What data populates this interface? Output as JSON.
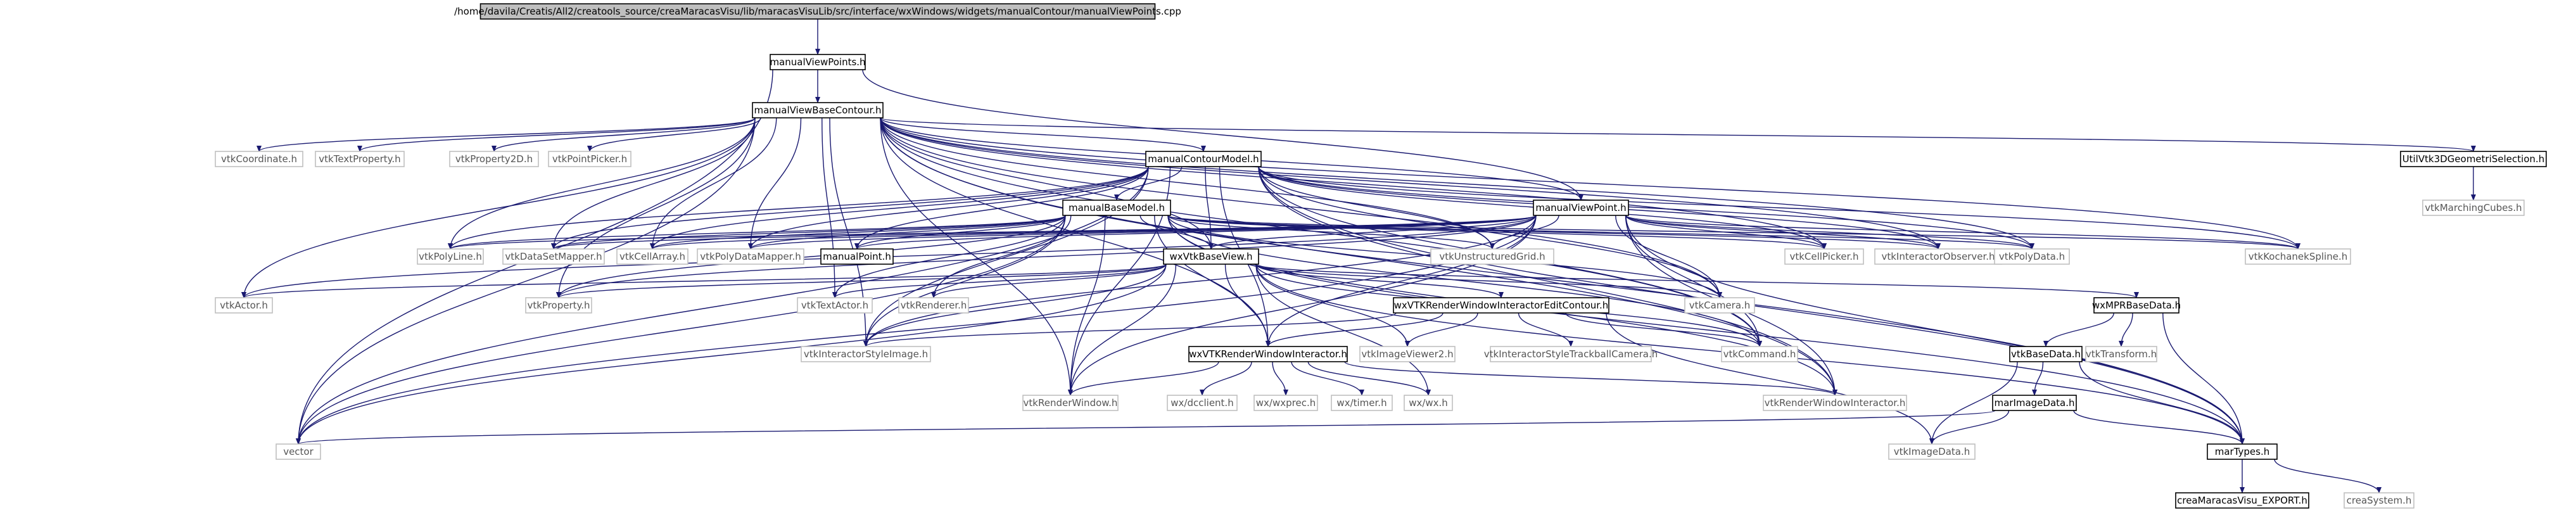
{
  "graph": {
    "colors": {
      "edge": "#191970",
      "root_fill": "#bfbfbf",
      "local_border": "#000000",
      "local_text": "#000000",
      "external_border": "#bfbfbf",
      "external_text": "#555555",
      "background": "#ffffff"
    },
    "nodes": [
      {
        "id": "root",
        "label": "/home/davila/Creatis/All2/creatools_source/creaMaracasVisu/lib/maracasVisuLib/src/interface/wxWindows/widgets/manualContour/manualViewPoints.cpp",
        "kind": "root"
      },
      {
        "id": "mvps_h",
        "label": "manualViewPoints.h",
        "kind": "local"
      },
      {
        "id": "mvbc",
        "label": "manualViewBaseContour.h",
        "kind": "local"
      },
      {
        "id": "mcm",
        "label": "manualContourModel.h",
        "kind": "local"
      },
      {
        "id": "util3d",
        "label": "UtilVtk3DGeometriSelection.h",
        "kind": "local"
      },
      {
        "id": "mbm",
        "label": "manualBaseModel.h",
        "kind": "local"
      },
      {
        "id": "mvp",
        "label": "manualViewPoint.h",
        "kind": "local"
      },
      {
        "id": "wxvbv",
        "label": "wxVtkBaseView.h",
        "kind": "local"
      },
      {
        "id": "mpoint",
        "label": "manualPoint.h",
        "kind": "local"
      },
      {
        "id": "wxrwiec",
        "label": "wxVTKRenderWindowInteractorEditContour.h",
        "kind": "local"
      },
      {
        "id": "wxmpr",
        "label": "wxMPRBaseData.h",
        "kind": "local"
      },
      {
        "id": "vtkbd",
        "label": "vtkBaseData.h",
        "kind": "local"
      },
      {
        "id": "wxrwi",
        "label": "wxVTKRenderWindowInteractor.h",
        "kind": "local"
      },
      {
        "id": "mid",
        "label": "marImageData.h",
        "kind": "local"
      },
      {
        "id": "martypes",
        "label": "marTypes.h",
        "kind": "local"
      },
      {
        "id": "export",
        "label": "creaMaracasVisu_EXPORT.h",
        "kind": "local"
      },
      {
        "id": "creasys",
        "label": "creaSystem.h",
        "kind": "external"
      },
      {
        "id": "vector",
        "label": "vector",
        "kind": "external"
      },
      {
        "id": "vtkcoord",
        "label": "vtkCoordinate.h",
        "kind": "external"
      },
      {
        "id": "vtktextprop",
        "label": "vtkTextProperty.h",
        "kind": "external"
      },
      {
        "id": "vtkprop2d",
        "label": "vtkProperty2D.h",
        "kind": "external"
      },
      {
        "id": "vtkptpick",
        "label": "vtkPointPicker.h",
        "kind": "external"
      },
      {
        "id": "vtkmc",
        "label": "vtkMarchingCubes.h",
        "kind": "external"
      },
      {
        "id": "vtkpolyline",
        "label": "vtkPolyLine.h",
        "kind": "external"
      },
      {
        "id": "vtkdsm",
        "label": "vtkDataSetMapper.h",
        "kind": "external"
      },
      {
        "id": "vtkcellarr",
        "label": "vtkCellArray.h",
        "kind": "external"
      },
      {
        "id": "vtkpdm",
        "label": "vtkPolyDataMapper.h",
        "kind": "external"
      },
      {
        "id": "vtkugrid",
        "label": "vtkUnstructuredGrid.h",
        "kind": "external"
      },
      {
        "id": "vtkcellpick",
        "label": "vtkCellPicker.h",
        "kind": "external"
      },
      {
        "id": "vtkiobs",
        "label": "vtkInteractorObserver.h",
        "kind": "external"
      },
      {
        "id": "vtkpd",
        "label": "vtkPolyData.h",
        "kind": "external"
      },
      {
        "id": "vtkks",
        "label": "vtkKochanekSpline.h",
        "kind": "external"
      },
      {
        "id": "vtkactor",
        "label": "vtkActor.h",
        "kind": "external"
      },
      {
        "id": "vtkprop",
        "label": "vtkProperty.h",
        "kind": "external"
      },
      {
        "id": "vtktextactor",
        "label": "vtkTextActor.h",
        "kind": "external"
      },
      {
        "id": "vtkrenderer",
        "label": "vtkRenderer.h",
        "kind": "external"
      },
      {
        "id": "vtkcamera",
        "label": "vtkCamera.h",
        "kind": "external"
      },
      {
        "id": "vtkisi",
        "label": "vtkInteractorStyleImage.h",
        "kind": "external"
      },
      {
        "id": "vtkiv2",
        "label": "vtkImageViewer2.h",
        "kind": "external"
      },
      {
        "id": "vtkistc",
        "label": "vtkInteractorStyleTrackballCamera.h",
        "kind": "external"
      },
      {
        "id": "vtkcommand",
        "label": "vtkCommand.h",
        "kind": "external"
      },
      {
        "id": "vtktransform",
        "label": "vtkTransform.h",
        "kind": "external"
      },
      {
        "id": "vtkrw",
        "label": "vtkRenderWindow.h",
        "kind": "external"
      },
      {
        "id": "wxdcclient",
        "label": "wx/dcclient.h",
        "kind": "external"
      },
      {
        "id": "wxprec",
        "label": "wx/wxprec.h",
        "kind": "external"
      },
      {
        "id": "wxtimer",
        "label": "wx/timer.h",
        "kind": "external"
      },
      {
        "id": "wxwx",
        "label": "wx/wx.h",
        "kind": "external"
      },
      {
        "id": "vtkrwi",
        "label": "vtkRenderWindowInteractor.h",
        "kind": "external"
      },
      {
        "id": "vtkimgdata",
        "label": "vtkImageData.h",
        "kind": "external"
      }
    ],
    "edges": [
      [
        "root",
        "mvps_h"
      ],
      [
        "mvps_h",
        "mvbc"
      ],
      [
        "mvps_h",
        "mvp"
      ],
      [
        "mvps_h",
        "vector"
      ],
      [
        "mvbc",
        "mcm"
      ],
      [
        "mvbc",
        "util3d"
      ],
      [
        "mvbc",
        "mvp"
      ],
      [
        "mvbc",
        "wxvbv"
      ],
      [
        "mvbc",
        "vector"
      ],
      [
        "mvbc",
        "vtkcoord"
      ],
      [
        "mvbc",
        "vtktextprop"
      ],
      [
        "mvbc",
        "vtkprop2d"
      ],
      [
        "mvbc",
        "vtkptpick"
      ],
      [
        "mvbc",
        "vtkpolyline"
      ],
      [
        "mvbc",
        "vtkdsm"
      ],
      [
        "mvbc",
        "vtkcellarr"
      ],
      [
        "mvbc",
        "vtkpdm"
      ],
      [
        "mvbc",
        "vtkugrid"
      ],
      [
        "mvbc",
        "vtkcellpick"
      ],
      [
        "mvbc",
        "vtkiobs"
      ],
      [
        "mvbc",
        "vtkpd"
      ],
      [
        "mvbc",
        "vtkks"
      ],
      [
        "mvbc",
        "vtkactor"
      ],
      [
        "mvbc",
        "vtkprop"
      ],
      [
        "mvbc",
        "vtktextactor"
      ],
      [
        "mvbc",
        "vtkisi"
      ],
      [
        "mvbc",
        "vtkrw"
      ],
      [
        "mvbc",
        "wxrwi"
      ],
      [
        "mvbc",
        "martypes"
      ],
      [
        "mvbc",
        "vtkcamera"
      ],
      [
        "mvbc",
        "vtkcommand"
      ],
      [
        "mvbc",
        "vtkrwi"
      ],
      [
        "util3d",
        "vtkmc"
      ],
      [
        "mcm",
        "mbm"
      ],
      [
        "mcm",
        "mpoint"
      ],
      [
        "mcm",
        "vector"
      ],
      [
        "mcm",
        "vtkpolyline"
      ],
      [
        "mcm",
        "vtkdsm"
      ],
      [
        "mcm",
        "vtkcellarr"
      ],
      [
        "mcm",
        "vtkpdm"
      ],
      [
        "mcm",
        "vtkugrid"
      ],
      [
        "mcm",
        "vtkcellpick"
      ],
      [
        "mcm",
        "vtkiobs"
      ],
      [
        "mcm",
        "vtkpd"
      ],
      [
        "mcm",
        "vtkks"
      ],
      [
        "mcm",
        "vtkcamera"
      ],
      [
        "mcm",
        "vtkcommand"
      ],
      [
        "mcm",
        "vtkrwi"
      ],
      [
        "mcm",
        "wxrwi"
      ],
      [
        "mcm",
        "wxvbv"
      ],
      [
        "mcm",
        "vtkisi"
      ],
      [
        "mcm",
        "vtkrw"
      ],
      [
        "mcm",
        "martypes"
      ],
      [
        "mbm",
        "mpoint"
      ],
      [
        "mbm",
        "wxvbv"
      ],
      [
        "mbm",
        "vector"
      ],
      [
        "mbm",
        "vtkpolyline"
      ],
      [
        "mbm",
        "vtkdsm"
      ],
      [
        "mbm",
        "vtkcellarr"
      ],
      [
        "mbm",
        "vtkpdm"
      ],
      [
        "mbm",
        "vtkugrid"
      ],
      [
        "mbm",
        "vtkcellpick"
      ],
      [
        "mbm",
        "vtkiobs"
      ],
      [
        "mbm",
        "vtkpd"
      ],
      [
        "mbm",
        "vtkks"
      ],
      [
        "mbm",
        "vtkcamera"
      ],
      [
        "mbm",
        "vtkcommand"
      ],
      [
        "mbm",
        "vtkrwi"
      ],
      [
        "mbm",
        "wxrwi"
      ],
      [
        "mbm",
        "vtkisi"
      ],
      [
        "mbm",
        "vtkrw"
      ],
      [
        "mbm",
        "martypes"
      ],
      [
        "mbm",
        "vtkrenderer"
      ],
      [
        "mbm",
        "vtktextactor"
      ],
      [
        "mbm",
        "vtkprop"
      ],
      [
        "mvp",
        "vtkpolyline"
      ],
      [
        "mvp",
        "vtkdsm"
      ],
      [
        "mvp",
        "vtkcellarr"
      ],
      [
        "mvp",
        "vtkpdm"
      ],
      [
        "mvp",
        "vtkugrid"
      ],
      [
        "mvp",
        "vtkcellpick"
      ],
      [
        "mvp",
        "vtkiobs"
      ],
      [
        "mvp",
        "vtkpd"
      ],
      [
        "mvp",
        "vtkks"
      ],
      [
        "mvp",
        "vtkcamera"
      ],
      [
        "mvp",
        "vtkcommand"
      ],
      [
        "mvp",
        "vtkrwi"
      ],
      [
        "mvp",
        "wxrwi"
      ],
      [
        "mvp",
        "wxvbv"
      ],
      [
        "mvp",
        "vtkisi"
      ],
      [
        "mvp",
        "vtkrw"
      ],
      [
        "mvp",
        "martypes"
      ],
      [
        "mvp",
        "vector"
      ],
      [
        "mvp",
        "mpoint"
      ],
      [
        "mvp",
        "vtkactor"
      ],
      [
        "mvp",
        "vtkprop"
      ],
      [
        "wxvbv",
        "vtkactor"
      ],
      [
        "wxvbv",
        "vtkprop"
      ],
      [
        "wxvbv",
        "vtktextactor"
      ],
      [
        "wxvbv",
        "vtkrenderer"
      ],
      [
        "wxvbv",
        "vtkcamera"
      ],
      [
        "wxvbv",
        "wxrwiec"
      ],
      [
        "wxvbv",
        "wxmpr"
      ],
      [
        "wxvbv",
        "vtkisi"
      ],
      [
        "wxvbv",
        "wxrwi"
      ],
      [
        "wxvbv",
        "vtkrw"
      ],
      [
        "wxvbv",
        "vector"
      ],
      [
        "wxvbv",
        "vtkiv2"
      ],
      [
        "wxvbv",
        "vtkcommand"
      ],
      [
        "wxvbv",
        "martypes"
      ],
      [
        "wxvbv",
        "wxwx"
      ],
      [
        "wxrwiec",
        "wxrwi"
      ],
      [
        "wxrwiec",
        "vtkiv2"
      ],
      [
        "wxrwiec",
        "vtkistc"
      ],
      [
        "wxrwiec",
        "vtkcommand"
      ],
      [
        "wxrwiec",
        "vtkisi"
      ],
      [
        "wxrwiec",
        "vtkimgdata"
      ],
      [
        "wxmpr",
        "vtkbd"
      ],
      [
        "wxmpr",
        "vtktransform"
      ],
      [
        "wxmpr",
        "martypes"
      ],
      [
        "vtkbd",
        "mid"
      ],
      [
        "vtkbd",
        "martypes"
      ],
      [
        "vtkbd",
        "vtkimgdata"
      ],
      [
        "mid",
        "vtkimgdata"
      ],
      [
        "mid",
        "vector"
      ],
      [
        "mid",
        "martypes"
      ],
      [
        "martypes",
        "export"
      ],
      [
        "martypes",
        "creasys"
      ],
      [
        "wxrwi",
        "vtkrw"
      ],
      [
        "wxrwi",
        "wxdcclient"
      ],
      [
        "wxrwi",
        "wxprec"
      ],
      [
        "wxrwi",
        "wxtimer"
      ],
      [
        "wxrwi",
        "wxwx"
      ],
      [
        "wxrwi",
        "vtkrwi"
      ]
    ]
  }
}
